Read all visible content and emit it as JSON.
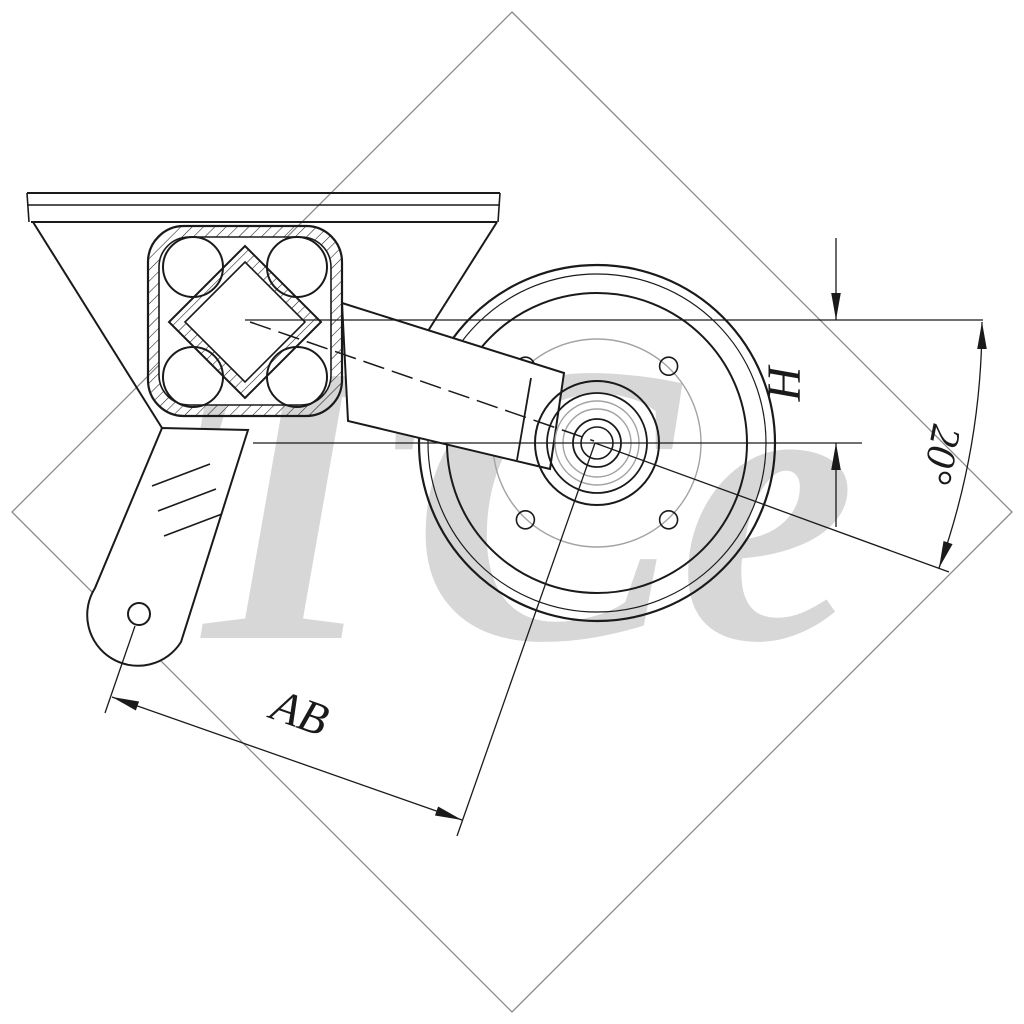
{
  "page": {
    "background": "#ffffff"
  },
  "border": {
    "shape": "diamond",
    "color": "#8a8a8a"
  },
  "watermark": {
    "text": "TCe",
    "color": "#d7d7d7"
  },
  "drawing": {
    "type": "trailer-axle-side-view",
    "line_color": "#1a1a1a",
    "gray_line_color": "#a3a3a3",
    "labels": {
      "arm_length": "AB",
      "drop_height": "H",
      "arm_angle": "20°"
    }
  }
}
